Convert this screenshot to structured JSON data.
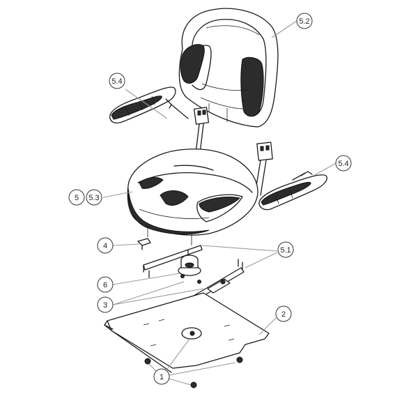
{
  "callouts": {
    "c1": "1",
    "c2": "2",
    "c3": "3",
    "c4": "4",
    "c5": "5",
    "c51": "5.1",
    "c52": "5.2",
    "c53": "5.3",
    "c54a": "5.4",
    "c54b": "5.4",
    "c6": "6"
  }
}
